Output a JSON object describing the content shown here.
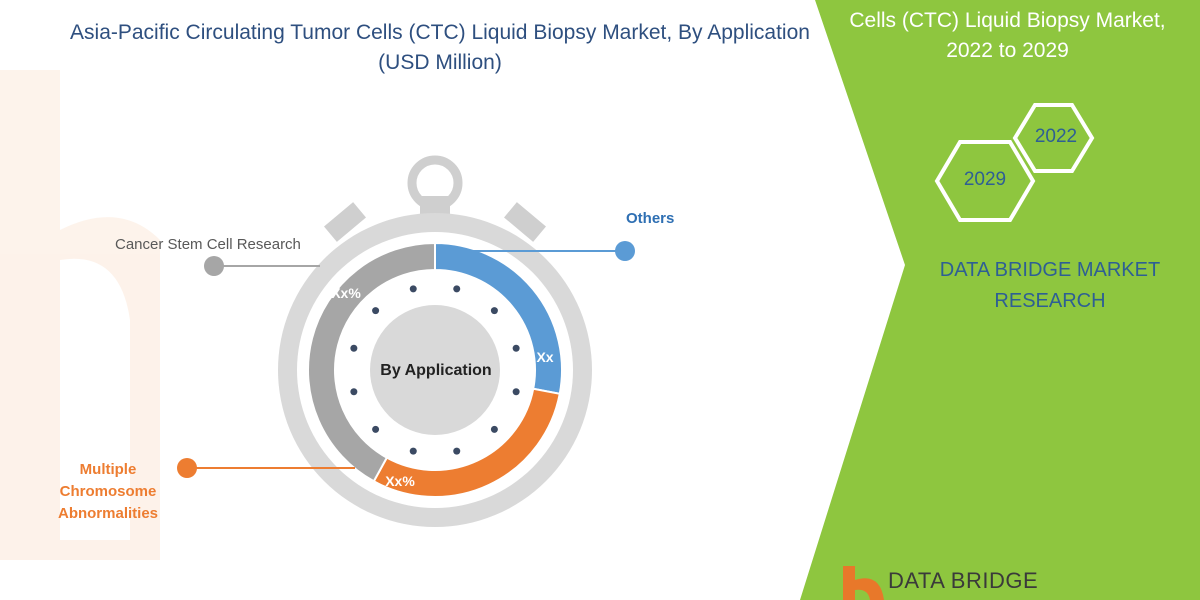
{
  "title": "Asia-Pacific Circulating Tumor Cells (CTC) Liquid Biopsy Market, By Application (USD Million)",
  "right_panel": {
    "title_line1": "Cells (CTC) Liquid Biopsy Market,",
    "title_line2": "2022 to 2029",
    "hex_years": [
      "2022",
      "2029"
    ],
    "brand_line1": "DATA BRIDGE MARKET",
    "brand_line2": "RESEARCH",
    "footer_logo": "DATA BRIDGE"
  },
  "colors": {
    "green_panel": "#8ec63f",
    "blue": "#5b9bd5",
    "orange": "#ed7d31",
    "gray": "#a6a6a6",
    "title": "#2e4f7f"
  },
  "chart_data": {
    "type": "pie",
    "center_label": "By Application",
    "series": [
      {
        "name": "Others",
        "label": "Xx",
        "value": 28,
        "color": "#5b9bd5"
      },
      {
        "name": "Multiple Chromosome Abnormalities",
        "label": "Xx%",
        "value": 30,
        "color": "#ed7d31"
      },
      {
        "name": "Cancer  Stem Cell Research",
        "label": "Xx%",
        "value": 42,
        "color": "#a6a6a6"
      }
    ]
  }
}
